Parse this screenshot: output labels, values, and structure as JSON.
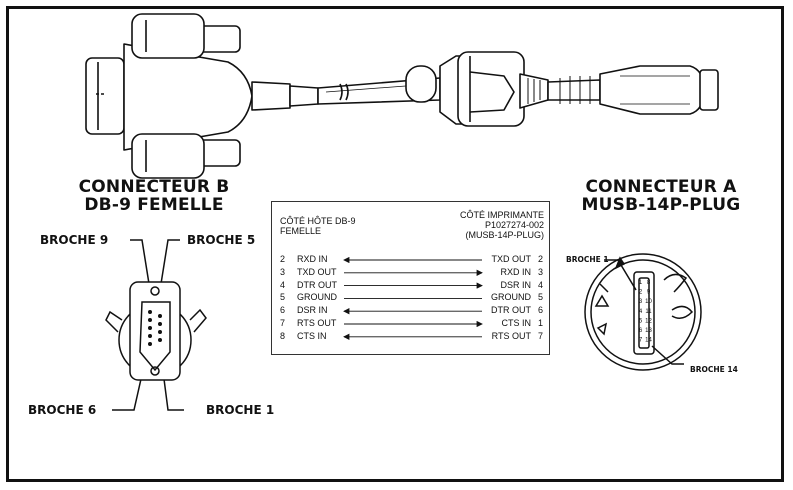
{
  "connector_b": {
    "title_line1": "CONNECTEUR B",
    "title_line2": "DB-9 FEMELLE",
    "pin_top_left": "BROCHE 9",
    "pin_top_right": "BROCHE 5",
    "pin_bottom_left": "BROCHE 6",
    "pin_bottom_right": "BROCHE 1"
  },
  "connector_a": {
    "title_line1": "CONNECTEUR A",
    "title_line2": "MUSB-14P-PLUG",
    "pin_top": "BROCHE 1",
    "pin_bottom": "BROCHE 14"
  },
  "pinout_table": {
    "host_header_line1": "CÔTÉ HÔTE DB-9",
    "host_header_line2": "FEMELLE",
    "printer_header_line1": "CÔTÉ IMPRIMANTE",
    "printer_header_line2": "P1027274-002",
    "printer_header_line3": "(MUSB-14P-PLUG)",
    "rows": [
      {
        "host_pin": "2",
        "host_signal": "RXD IN",
        "printer_signal": "TXD OUT",
        "printer_pin": "2",
        "direction": "to-host"
      },
      {
        "host_pin": "3",
        "host_signal": "TXD OUT",
        "printer_signal": "RXD IN",
        "printer_pin": "3",
        "direction": "to-printer"
      },
      {
        "host_pin": "4",
        "host_signal": "DTR OUT",
        "printer_signal": "DSR IN",
        "printer_pin": "4",
        "direction": "to-printer"
      },
      {
        "host_pin": "5",
        "host_signal": "GROUND",
        "printer_signal": "GROUND",
        "printer_pin": "5",
        "direction": "none"
      },
      {
        "host_pin": "6",
        "host_signal": "DSR IN",
        "printer_signal": "DTR OUT",
        "printer_pin": "6",
        "direction": "to-host"
      },
      {
        "host_pin": "7",
        "host_signal": "RTS OUT",
        "printer_signal": "CTS IN",
        "printer_pin": "1",
        "direction": "to-printer"
      },
      {
        "host_pin": "8",
        "host_signal": "CTS IN",
        "printer_signal": "RTS OUT",
        "printer_pin": "7",
        "direction": "to-host"
      }
    ]
  },
  "usb_pin_labels": [
    "1",
    "2",
    "3",
    "4",
    "5",
    "6",
    "7",
    "8",
    "9",
    "10",
    "11",
    "12",
    "13",
    "14"
  ]
}
